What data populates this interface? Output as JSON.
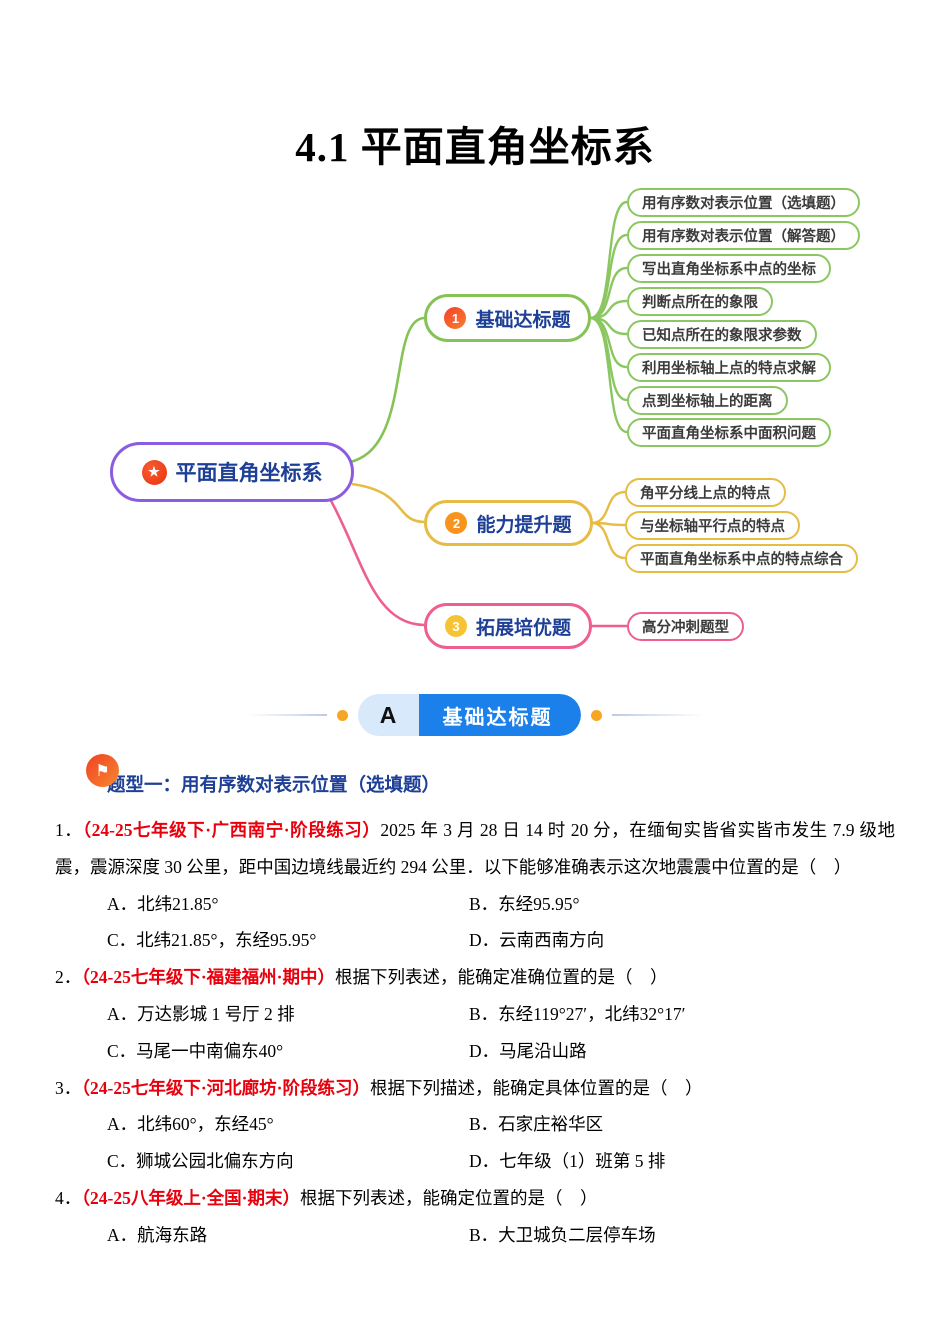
{
  "page_title": "4.1 平面直角坐标系",
  "mindmap": {
    "root": {
      "label": "平面直角坐标系",
      "badge_icon": "star-icon",
      "border_color": "#8a5ce0"
    },
    "branches": [
      {
        "label": "基础达标题",
        "badge": "1",
        "color": "#85c357",
        "children": [
          "用有序数对表示位置（选填题）",
          "用有序数对表示位置（解答题）",
          "写出直角坐标系中点的坐标",
          "判断点所在的象限",
          "已知点所在的象限求参数",
          "利用坐标轴上点的特点求解",
          "点到坐标轴上的距离",
          "平面直角坐标系中面积问题"
        ]
      },
      {
        "label": "能力提升题",
        "badge": "2",
        "color": "#e6bc45",
        "children": [
          "角平分线上点的特点",
          "与坐标轴平行点的特点",
          "平面直角坐标系中点的特点综合"
        ]
      },
      {
        "label": "拓展培优题",
        "badge": "3",
        "color": "#ee5f8f",
        "children": [
          "高分冲刺题型"
        ]
      }
    ]
  },
  "section_header": {
    "letter": "A",
    "label": "基础达标题",
    "accent_blue": "#1b80ea",
    "dot_color": "#f5a623"
  },
  "topic_heading": {
    "label": "题型一：用有序数对表示位置（选填题）",
    "flag_icon": "⚑"
  },
  "questions": [
    {
      "number": "1．",
      "source": "（24-25七年级下·广西南宁·阶段练习）",
      "stem": "2025 年 3 月 28 日 14 时 20 分，在缅甸实皆省实皆市发生 7.9 级地震，震源深度 30 公里，距中国边境线最近约 294 公里．以下能够准确表示这次地震震中位置的是（　）",
      "options": [
        "A．北纬21.85°",
        "B．东经95.95°",
        "C．北纬21.85°，东经95.95°",
        "D．云南西南方向"
      ]
    },
    {
      "number": "2．",
      "source": "（24-25七年级下·福建福州·期中）",
      "stem": "根据下列表述，能确定准确位置的是（　）",
      "options": [
        "A．万达影城 1 号厅 2 排",
        "B．东经119°27′，北纬32°17′",
        "C．马尾一中南偏东40°",
        "D．马尾沿山路"
      ]
    },
    {
      "number": "3．",
      "source": "（24-25七年级下·河北廊坊·阶段练习）",
      "stem": "根据下列描述，能确定具体位置的是（　）",
      "options": [
        "A．北纬60°，东经45°",
        "B．石家庄裕华区",
        "C．狮城公园北偏东方向",
        "D．七年级（1）班第 5 排"
      ]
    },
    {
      "number": "4．",
      "source": "（24-25八年级上·全国·期末）",
      "stem": "根据下列表述，能确定位置的是（　）",
      "options": [
        "A．航海东路",
        "B．大卫城负二层停车场"
      ]
    }
  ]
}
